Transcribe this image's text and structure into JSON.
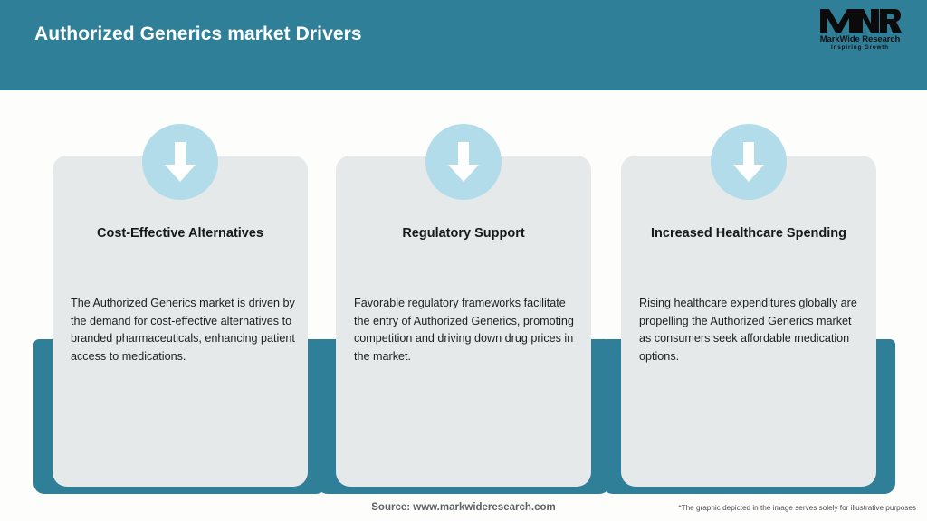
{
  "header": {
    "title": "Authorized Generics market Drivers",
    "background_color": "#2f7f98",
    "title_color": "#ffffff"
  },
  "logo": {
    "mark_text": "MWR",
    "name": "MarkWide Research",
    "tagline": "Inspiring Growth"
  },
  "theme": {
    "accent_teal": "#2f7f98",
    "icon_circle_blue": "#b3dceb",
    "card_background": "#e5e9ea",
    "page_background": "#fdfdfb",
    "heading_color": "#17181a",
    "body_text_color": "#1c1d1f"
  },
  "cards": [
    {
      "icon": "arrow-down-icon",
      "heading": "Cost-Effective Alternatives",
      "text": "The Authorized Generics market is driven by the demand for cost-effective alternatives to branded pharmaceuticals, enhancing patient access to medications."
    },
    {
      "icon": "arrow-down-icon",
      "heading": "Regulatory Support",
      "text": "Favorable regulatory frameworks facilitate the entry of Authorized Generics, promoting competition and driving down drug prices in the market."
    },
    {
      "icon": "arrow-down-icon",
      "heading": "Increased Healthcare Spending",
      "text": "Rising healthcare expenditures globally are propelling the Authorized Generics market as consumers seek affordable medication options."
    }
  ],
  "footer": {
    "source": "Source: www.markwideresearch.com",
    "disclaimer": "*The graphic depicted in the image serves solely for illustrative purposes"
  }
}
